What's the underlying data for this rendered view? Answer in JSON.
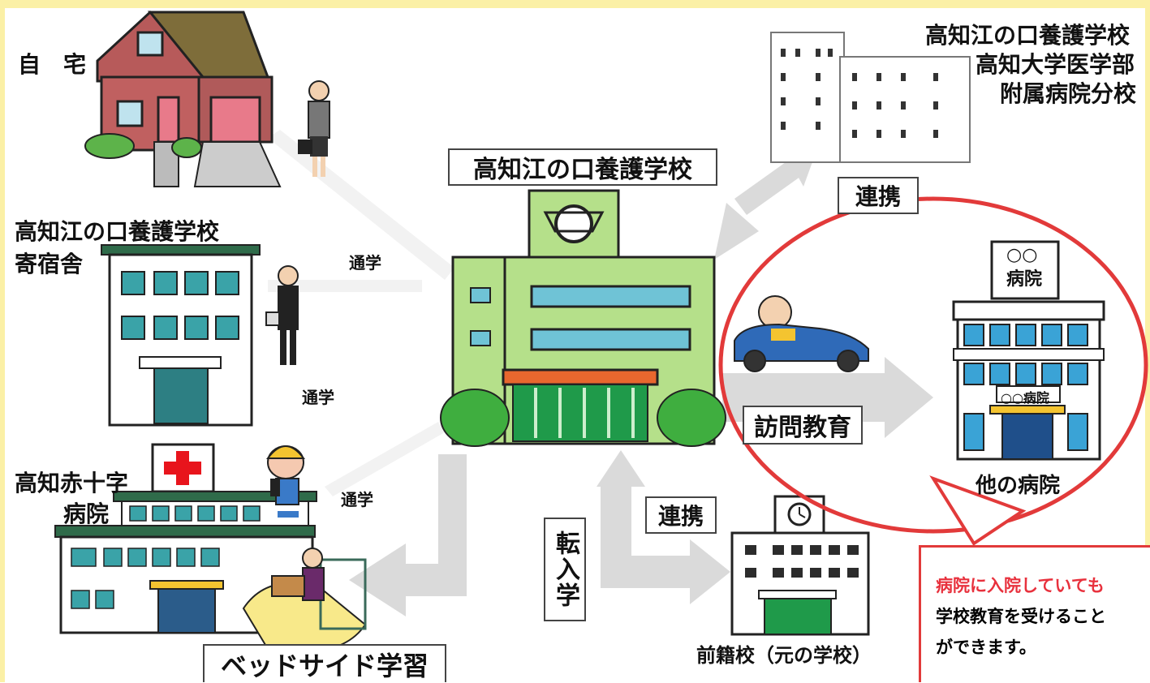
{
  "labels": {
    "home": "自　宅",
    "dormitory_line1": "高知江の口養護学校",
    "dormitory_line2": "寄宿舎",
    "redcross_line1": "高知赤十字",
    "redcross_line2": "病院",
    "center_school": "高知江の口養護学校",
    "branch_line1": "高知江の口養護学校",
    "branch_line2": "高知大学医学部",
    "branch_line3": "附属病院分校",
    "cooperation_top": "連携",
    "cooperation_bottom": "連携",
    "commute_1": "通学",
    "commute_2": "通学",
    "commute_3": "通学",
    "visiting_education": "訪問教育",
    "transfer": "転入学",
    "previous_school": "前籍校（元の学校）",
    "bedside_learning": "ベッドサイド学習",
    "other_hospital": "他の病院",
    "hospital_sign_line1": "○○",
    "hospital_sign_line2": "病院",
    "hospital_door_sign": "○○病院"
  },
  "note": {
    "line1": "病院に入院していても",
    "line2": "学校教育を受けること",
    "line3": "ができます。"
  },
  "colors": {
    "frame": "#fbf0a6",
    "school_green": "#b5e08a",
    "hospital_blue": "#5bb3d6",
    "arrow_gray": "#d9d9d9",
    "highlight_red": "#e23a3a"
  }
}
